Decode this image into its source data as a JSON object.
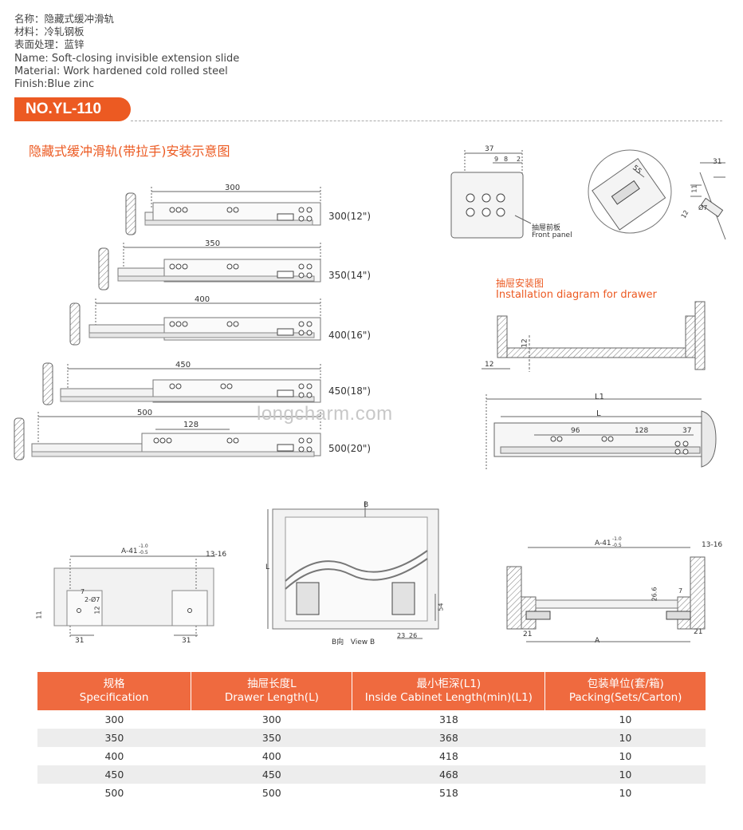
{
  "product": {
    "name_cn": "名称：隐藏式缓冲滑轨",
    "material_cn": "材料：冷轧钢板",
    "finish_cn": "表面处理：蓝锌",
    "name_en": "Name: Soft-closing invisible extension slide",
    "material_en": "Material: Work hardened cold rolled steel",
    "finish_en": "Finish:Blue zinc",
    "model": "NO.YL-110"
  },
  "install_title_cn": "隐藏式缓冲滑轨(带拉手)安装示意图",
  "slides": [
    {
      "dim": "300",
      "size": "300(12\")"
    },
    {
      "dim": "350",
      "size": "350(14\")"
    },
    {
      "dim": "400",
      "size": "400(16\")"
    },
    {
      "dim": "450",
      "size": "450(18\")"
    },
    {
      "dim": "500",
      "size": "500(20\")",
      "sub_dim": "128"
    }
  ],
  "front_panel": {
    "dims": [
      "37",
      "9",
      "8",
      "2"
    ],
    "label_cn": "抽屉前板",
    "label_en": "Front panel"
  },
  "detail2_dim": "55",
  "detail3_dims": [
    "31",
    "11",
    "Ø7",
    "12"
  ],
  "drawer_install": {
    "title_cn": "抽屉安装图",
    "title_en": "Installation diagram for drawer",
    "dim_v": "12",
    "dim_h": "12"
  },
  "side_view": {
    "l1": "L1",
    "l": "L",
    "dims": [
      "96",
      "128",
      "37"
    ]
  },
  "bottom_left": {
    "a_label": "A-41",
    "tol_plus": "-1.0",
    "tol_minus": "-0.5",
    "side": "13-16",
    "d7": "7",
    "hole": "2-Ø7",
    "d11": "11",
    "d12": "12",
    "d31a": "31",
    "d31b": "31"
  },
  "view_b": {
    "b": "B",
    "l": "L",
    "d54": "54",
    "d23": "23",
    "d26": "26",
    "caption": "B向   View B"
  },
  "bottom_right": {
    "a_label": "A-41",
    "tol_plus": "-1.0",
    "tol_minus": "-0.5",
    "side": "13-16",
    "d266": "26.6",
    "d7": "7",
    "d21a": "21",
    "d21b": "21",
    "a": "A"
  },
  "watermark": "longcharm.com",
  "table": {
    "headers": [
      {
        "cn": "规格",
        "en": "Specification"
      },
      {
        "cn": "抽屉长度L",
        "en": "Drawer Length(L)"
      },
      {
        "cn": "最小柜深(L1)",
        "en": "Inside Cabinet Length(min)(L1)"
      },
      {
        "cn": "包装单位(套/箱)",
        "en": "Packing(Sets/Carton)"
      }
    ],
    "rows": [
      [
        "300",
        "300",
        "318",
        "10"
      ],
      [
        "350",
        "350",
        "368",
        "10"
      ],
      [
        "400",
        "400",
        "418",
        "10"
      ],
      [
        "450",
        "450",
        "468",
        "10"
      ],
      [
        "500",
        "500",
        "518",
        "10"
      ]
    ]
  }
}
